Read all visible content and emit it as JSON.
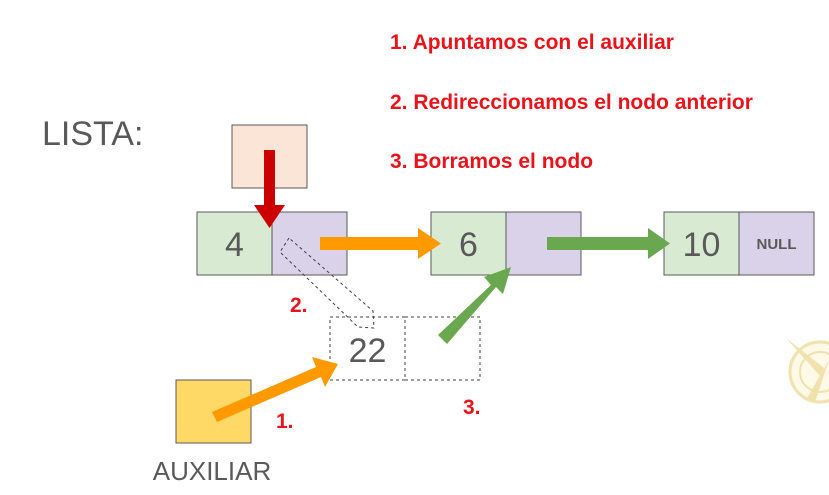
{
  "title": "LISTA:",
  "steps": [
    "1. Apuntamos con el auxiliar",
    "2. Redireccionamos el nodo anterior",
    "3. Borramos el nodo"
  ],
  "nodes": [
    {
      "value": "4"
    },
    {
      "value": "6"
    },
    {
      "value": "10",
      "next": "NULL"
    }
  ],
  "deleted_node": {
    "value": "22"
  },
  "auxiliar_label": "AUXILIAR",
  "markers": {
    "one": "1.",
    "two": "2.",
    "three": "3."
  },
  "colors": {
    "data_fill": "#d9ead3",
    "pointer_fill": "#d9d2e9",
    "pointer_box_fill": "#fbe5d6",
    "auxiliar_fill": "#ffd966",
    "orange_arrow": "#ff9900",
    "green_arrow": "#6aa84f",
    "red_arrow": "#cc0000",
    "step_text": "#e8141b"
  }
}
